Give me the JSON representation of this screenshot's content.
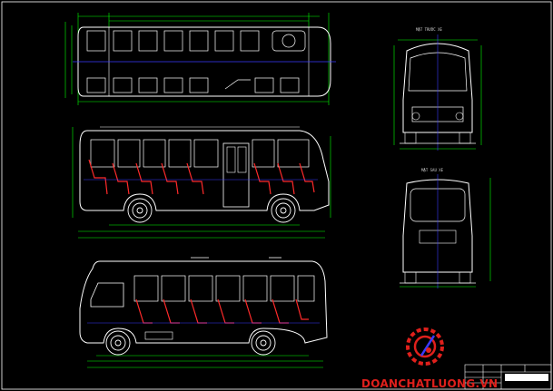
{
  "views": {
    "front_label": "MẶT TRƯỚC XE",
    "rear_label": "MẶT SAU XE"
  },
  "watermark": {
    "text": "DOANCHATLUONG.VN",
    "color": "#e0201c"
  },
  "colors": {
    "background": "#000000",
    "outline": "#ffffff",
    "dimension": "#00ff00",
    "centerline": "#3a3aff",
    "seat": "#ff2a2a",
    "title_block": "#ffffff"
  },
  "icons": {
    "logo": "gear-wrench-logo"
  }
}
